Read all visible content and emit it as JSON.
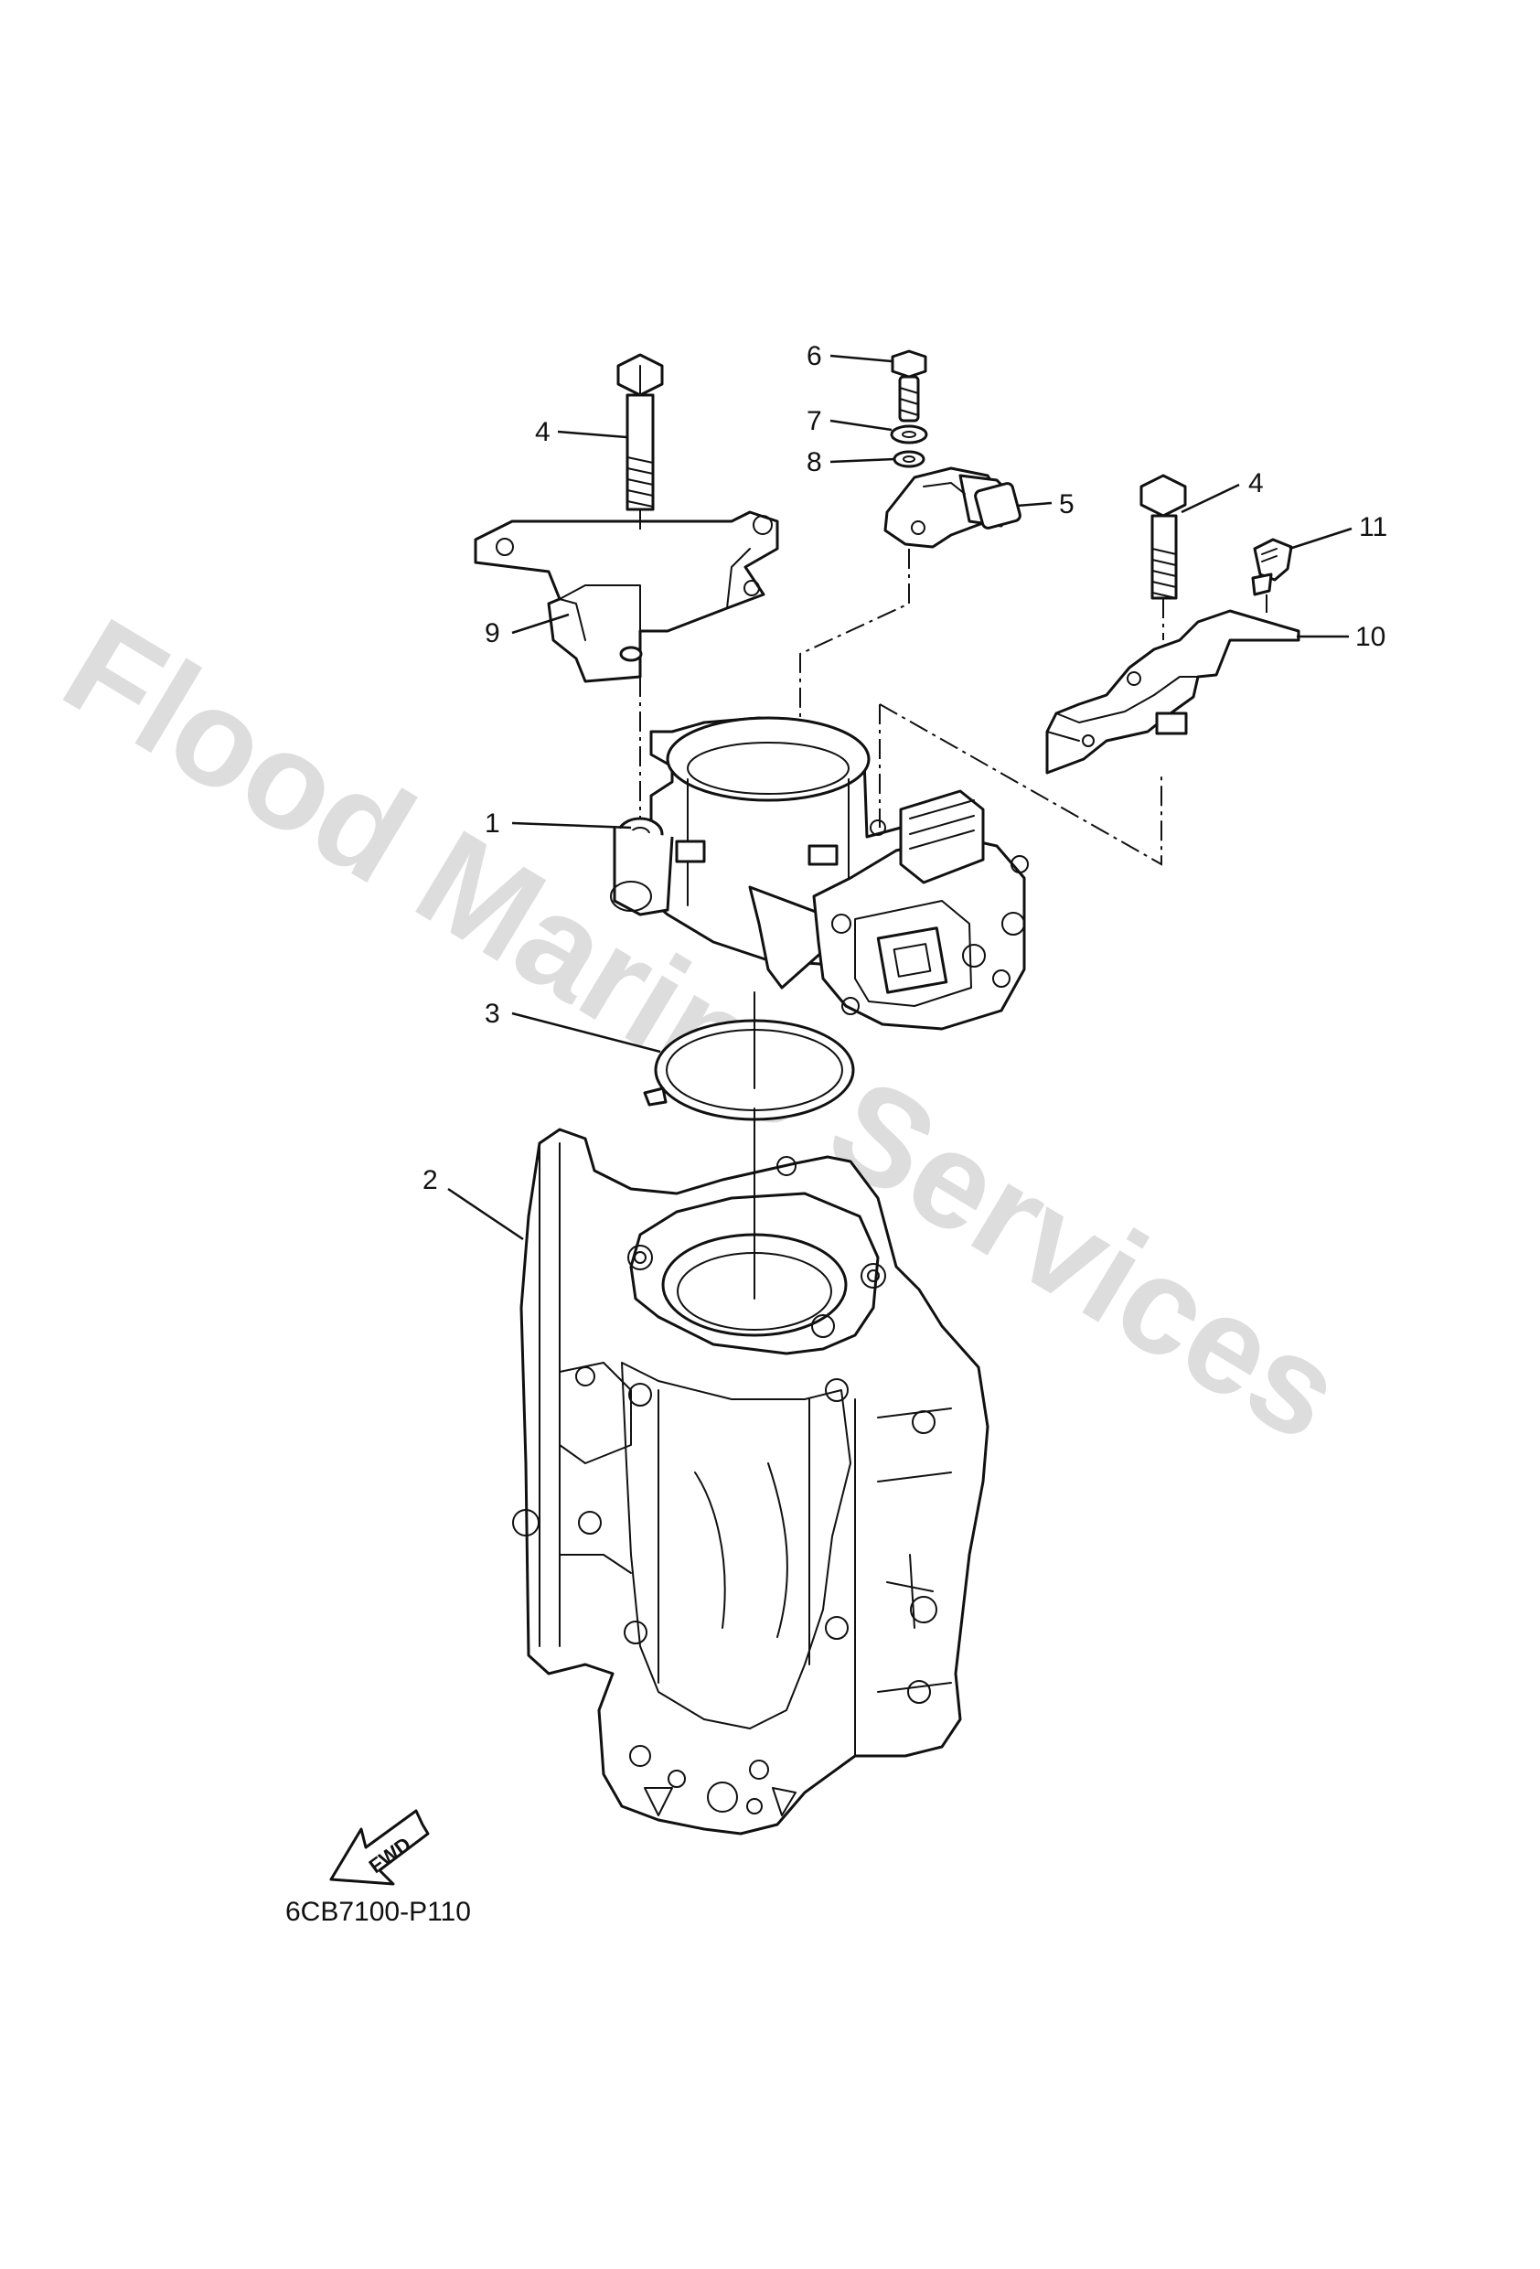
{
  "watermark": "Flood Marine Services",
  "diagram_code": "6CB7100-P110",
  "fwd_label": "FWD",
  "callouts": [
    {
      "id": "c1",
      "label": "1"
    },
    {
      "id": "c2",
      "label": "2"
    },
    {
      "id": "c3",
      "label": "3"
    },
    {
      "id": "c4a",
      "label": "4"
    },
    {
      "id": "c4b",
      "label": "4"
    },
    {
      "id": "c5",
      "label": "5"
    },
    {
      "id": "c6",
      "label": "6"
    },
    {
      "id": "c7",
      "label": "7"
    },
    {
      "id": "c8",
      "label": "8"
    },
    {
      "id": "c9",
      "label": "9"
    },
    {
      "id": "c10",
      "label": "10"
    },
    {
      "id": "c11",
      "label": "11"
    }
  ]
}
